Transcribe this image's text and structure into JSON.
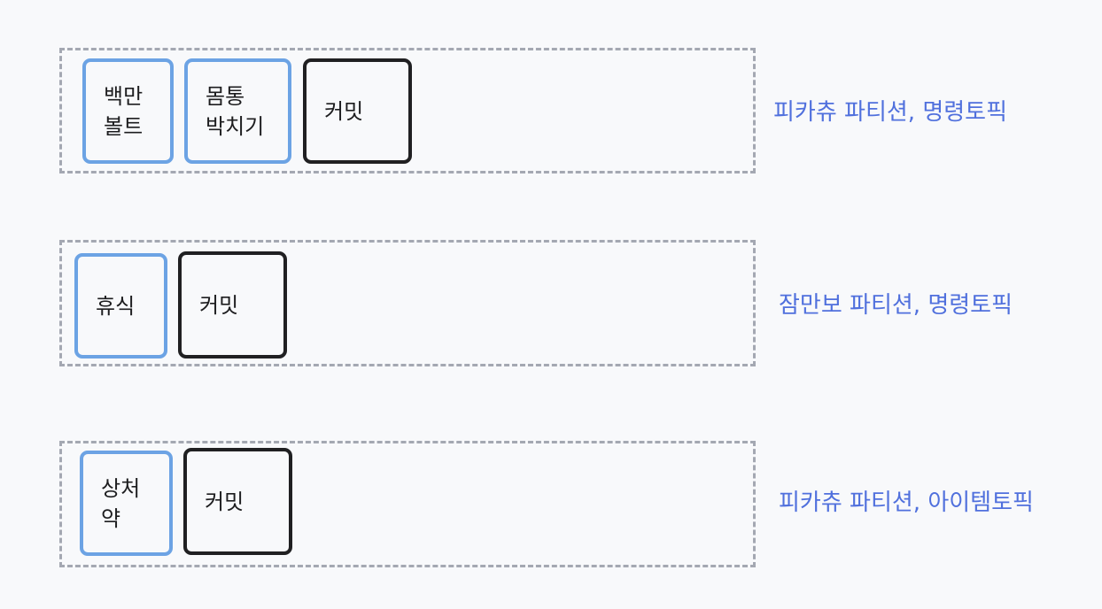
{
  "colors": {
    "background": "#f8f9fb",
    "partition_border": "#a4a8b2",
    "message_border": "#6ca3e4",
    "commit_border": "#202022",
    "label_text": "#5070dd"
  },
  "partitions": [
    {
      "label": "피카츄 파티션, 명령토픽",
      "cards": [
        {
          "text": "백만\n볼트",
          "kind": "message"
        },
        {
          "text": "몸통\n박치기",
          "kind": "message"
        },
        {
          "text": "커밋",
          "kind": "commit"
        }
      ]
    },
    {
      "label": "잠만보 파티션, 명령토픽",
      "cards": [
        {
          "text": "휴식",
          "kind": "message"
        },
        {
          "text": "커밋",
          "kind": "commit"
        }
      ]
    },
    {
      "label": "피카츄 파티션, 아이템토픽",
      "cards": [
        {
          "text": "상처\n약",
          "kind": "message"
        },
        {
          "text": "커밋",
          "kind": "commit"
        }
      ]
    }
  ]
}
